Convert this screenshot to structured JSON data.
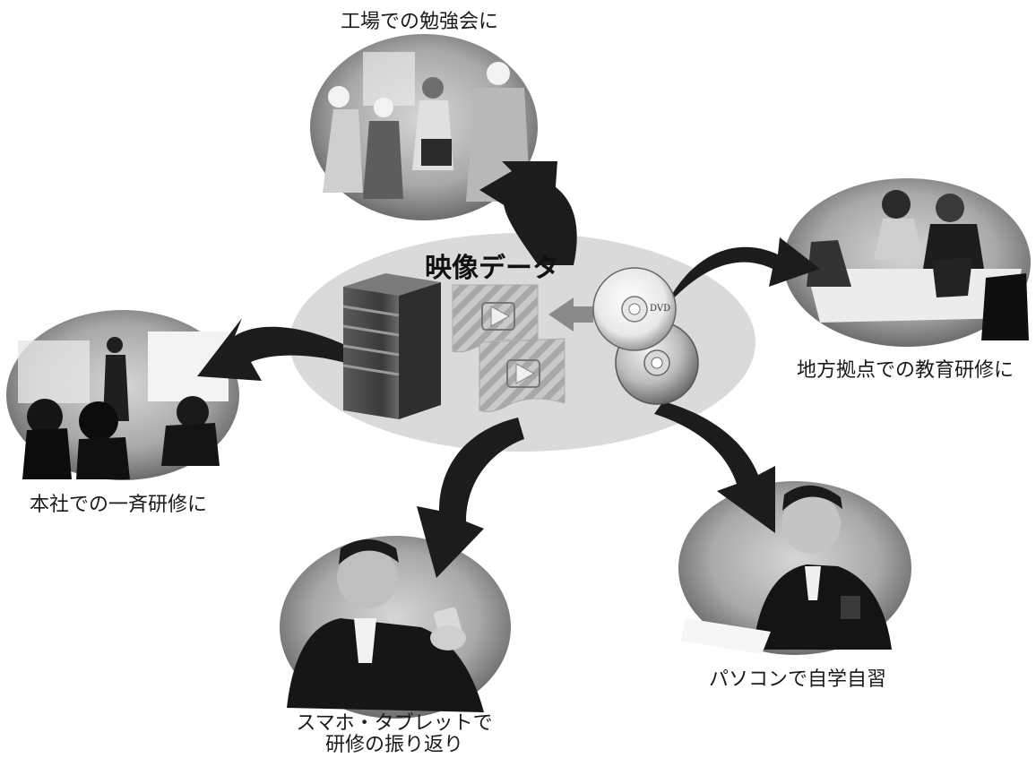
{
  "center": {
    "title": "映像データ",
    "dvd_label": "DVD"
  },
  "destinations": {
    "factory": "工場での勉強会に",
    "regional": "地方拠点での教育研修に",
    "headquarters": "本社での一斉研修に",
    "mobile_line1": "スマホ・タブレットで",
    "mobile_line2": "研修の振り返り",
    "pc": "パソコンで自学自習"
  },
  "colors": {
    "hub": "#dadada",
    "arrow": "#1c1c1c",
    "server": "#4a4a4a",
    "gray_arrow": "#8a8a8a"
  }
}
